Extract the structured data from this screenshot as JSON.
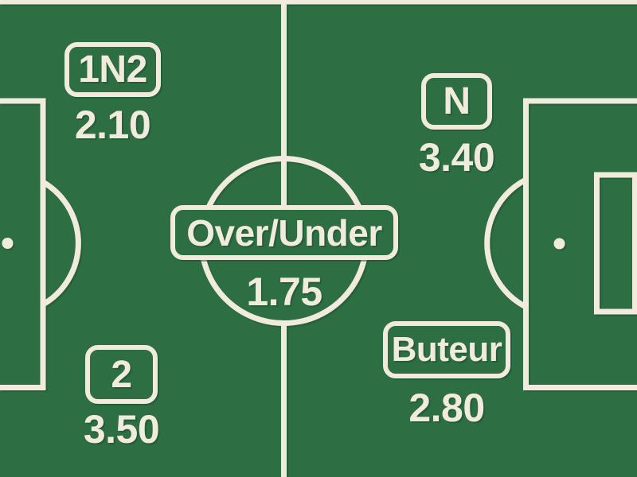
{
  "theme": {
    "pitch_green": "#2d6e42",
    "line_cream": "#f0ebdc",
    "shadow_green": "#1b5133"
  },
  "markets": [
    {
      "key": "1n2",
      "label": "1N2",
      "odds": "2.10"
    },
    {
      "key": "n",
      "label": "N",
      "odds": "3.40"
    },
    {
      "key": "over_under",
      "label": "Over/Under",
      "odds": "1.75"
    },
    {
      "key": "2",
      "label": "2",
      "odds": "3.50"
    },
    {
      "key": "buteur",
      "label": "Buteur",
      "odds": "2.80"
    }
  ]
}
